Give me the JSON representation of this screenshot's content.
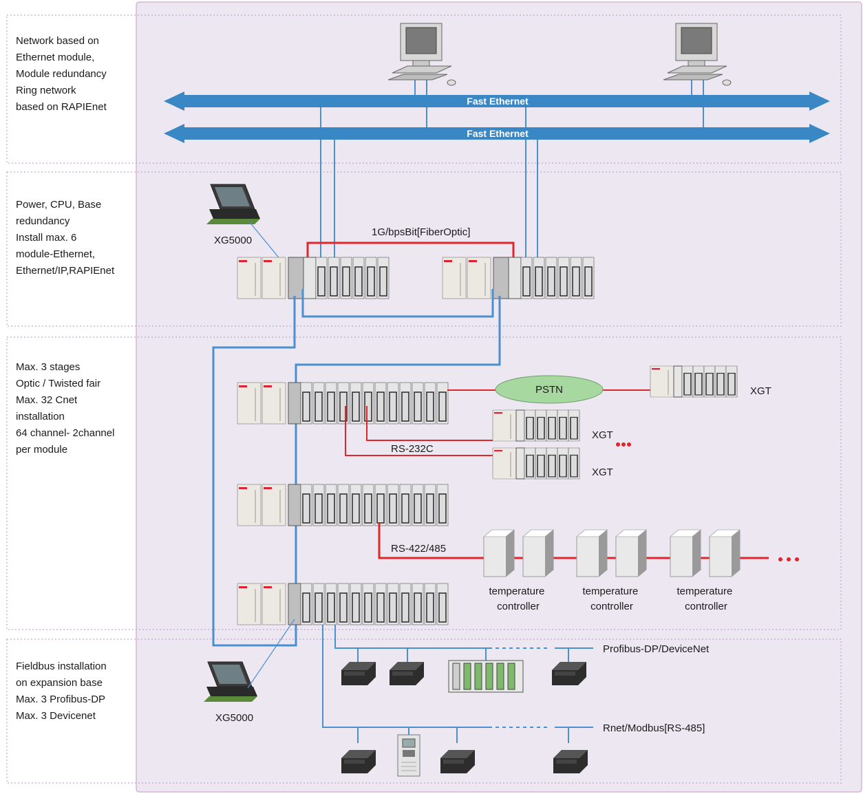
{
  "sections": [
    {
      "lines": [
        "Network based on",
        "Ethernet module,",
        "Module redundancy",
        "Ring network",
        "based on RAPIEnet"
      ]
    },
    {
      "lines": [
        "Power, CPU, Base",
        "redundancy",
        "Install max. 6",
        "module-Ethernet,",
        "Ethernet/IP,RAPIEnet"
      ]
    },
    {
      "lines": [
        "Max. 3 stages",
        "Optic / Twisted fair",
        "Max. 32 Cnet",
        "installation",
        "64 channel- 2channel",
        "per module"
      ]
    },
    {
      "lines": [
        "Fieldbus installation",
        "on expansion base",
        "Max. 3 Profibus-DP",
        "Max. 3 Devicenet"
      ]
    }
  ],
  "labels": {
    "ethernet1": "Fast Ethernet",
    "ethernet2": "Fast Ethernet",
    "fiber": "1G/bpsBit[FiberOptic]",
    "xg5000_top": "XG5000",
    "xg5000_bottom": "XG5000",
    "pstn": "PSTN",
    "xgt1": "XGT",
    "xgt2": "XGT",
    "xgt3": "XGT",
    "rs232": "RS-232C",
    "rs422": "RS-422/485",
    "temp": [
      {
        "l1": "temperature",
        "l2": "controller"
      },
      {
        "l1": "temperature",
        "l2": "controller"
      },
      {
        "l1": "temperature",
        "l2": "controller"
      }
    ],
    "profibus": "Profibus-DP/DeviceNet",
    "rnet": "Rnet/Modbus[RS-485]"
  },
  "colors": {
    "panel": "#ede7f2",
    "panel_border": "#cda8cf",
    "band": "#3a87c6",
    "link_blue": "#4a8fd0",
    "link_red": "#e0262b",
    "pstn_fill": "#a6d8a0"
  }
}
